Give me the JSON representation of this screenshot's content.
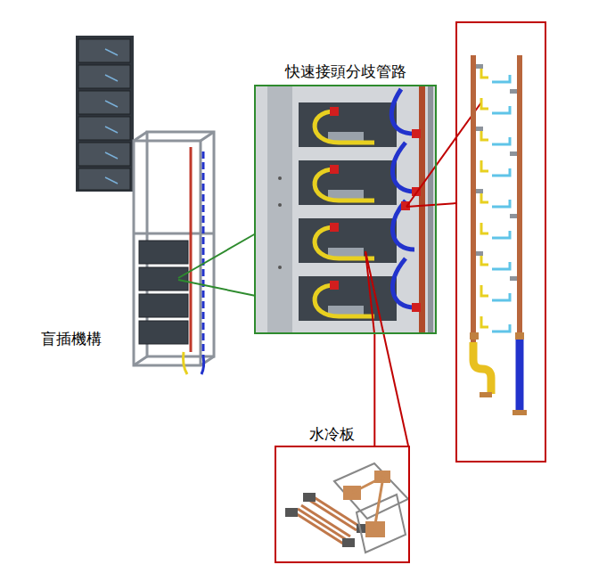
{
  "diagram": {
    "nodes": [
      {
        "text": [
          "快速接頭分歧管路"
        ]
      },
      {
        "text": [
          "水冷板"
        ]
      }
    ],
    "edges": [
      {
        "from": 0,
        "to": 1,
        "arrow": "none"
      }
    ],
    "labels": [
      "盲插機構"
    ]
  }
}
